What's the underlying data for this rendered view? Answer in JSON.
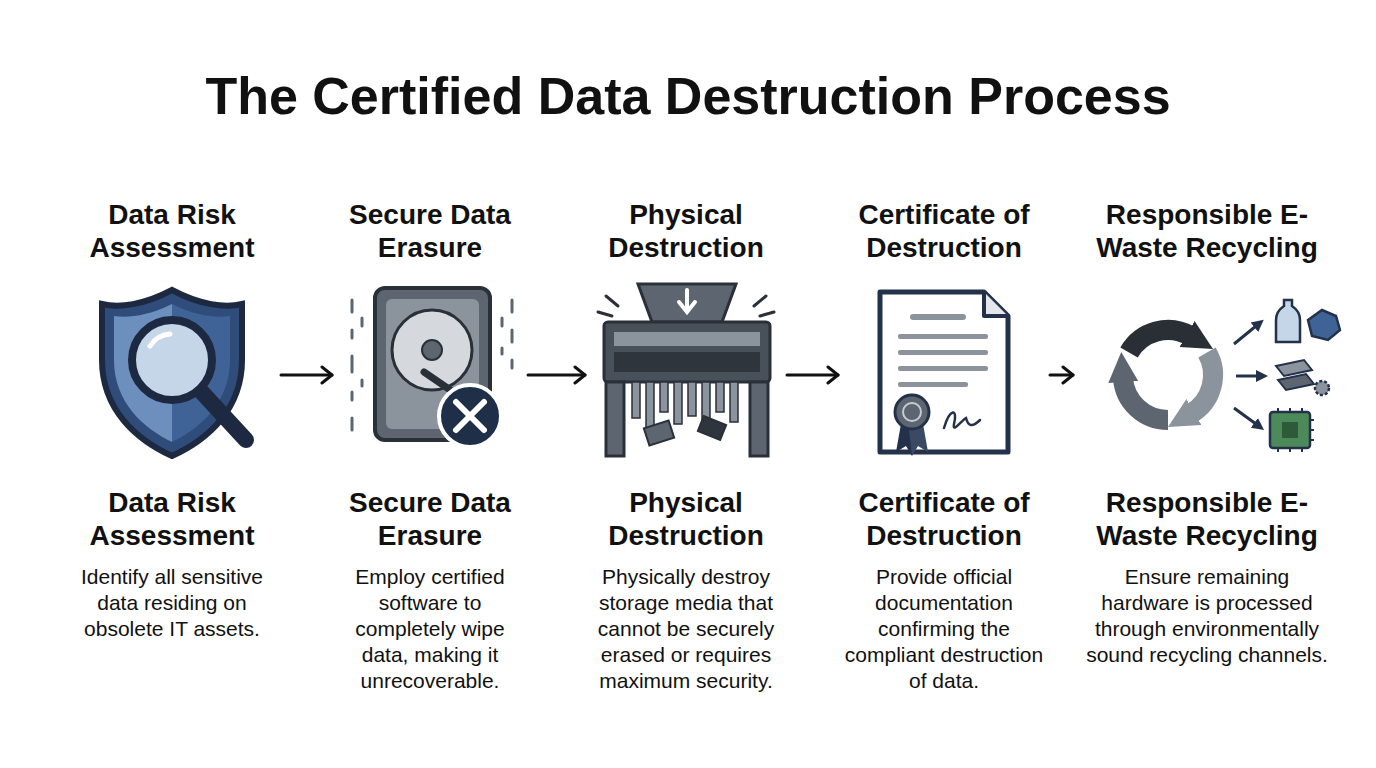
{
  "diagram": {
    "title": "The Certified Data Destruction Process",
    "nodes": [
      {
        "text": [
          "Data Risk Assessment",
          "Data Risk Assessment",
          "Identify all sensitive data residing on obsolete IT assets."
        ]
      },
      {
        "text": [
          "Secure Data Erasure",
          "Secure Data Erasure",
          "Employ certified software to completely wipe data, making it unrecoverable."
        ]
      },
      {
        "text": [
          "Physical Destruction",
          "Physical Destruction",
          "Physically destroy storage media that cannot be securely erased or requires maximum security."
        ]
      },
      {
        "text": [
          "Certificate of Destruction",
          "Certificate of Destruction",
          "Provide official documentation confirming the compliant destruction of data."
        ]
      },
      {
        "text": [
          "Responsible E-Waste Recycling",
          "Responsible E-Waste Recycling",
          "Ensure remaining hardware is processed through environmentally sound recycling channels."
        ]
      }
    ],
    "edges": [
      {
        "from": 0,
        "to": 1,
        "arrow": "to"
      },
      {
        "from": 1,
        "to": 2,
        "arrow": "to"
      },
      {
        "from": 2,
        "to": 3,
        "arrow": "to"
      },
      {
        "from": 3,
        "to": 4,
        "arrow": "to"
      }
    ]
  }
}
